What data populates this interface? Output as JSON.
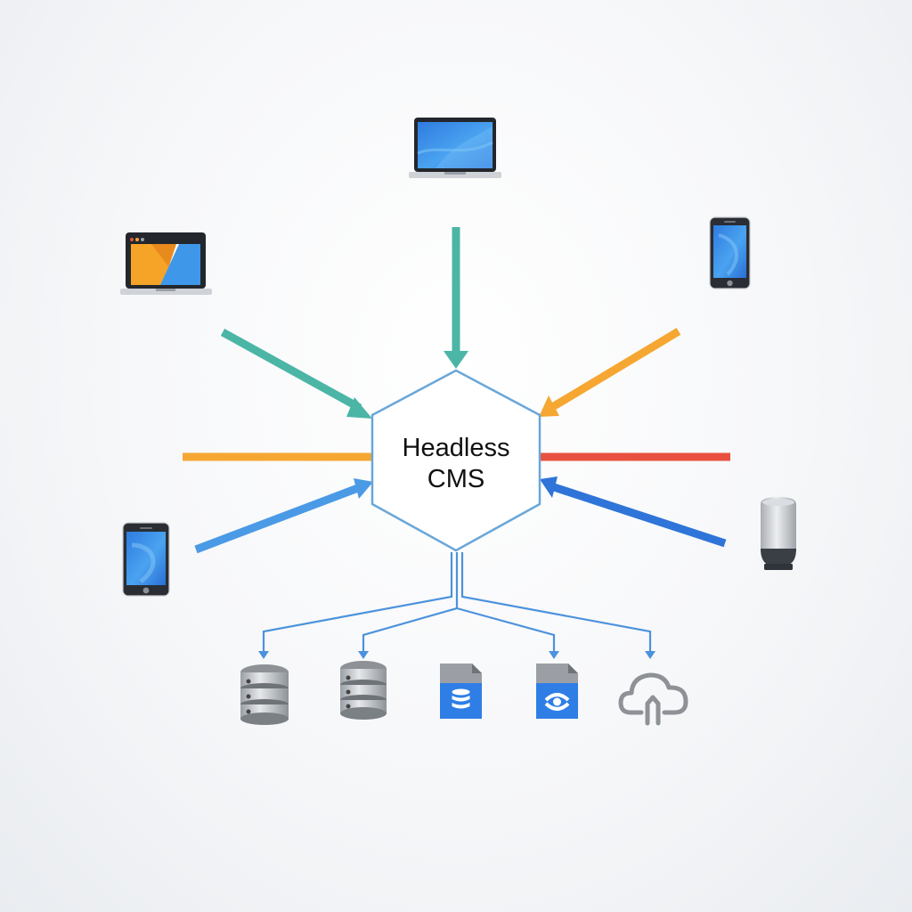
{
  "hub": {
    "line1": "Headless",
    "line2": "CMS",
    "border_color": "#6aa7d8"
  },
  "colors": {
    "teal": "#4bb5a6",
    "orange": "#f5a732",
    "red": "#e8513f",
    "light_blue": "#4a9ae6",
    "dark_blue": "#2f74d8",
    "connector_blue": "#4c92dc",
    "gray_icon": "#8e9297"
  },
  "inputs": [
    {
      "name": "laptop-top",
      "icon": "laptop-icon",
      "arrow_color": "teal"
    },
    {
      "name": "laptop-left",
      "icon": "web-browser-laptop-icon",
      "arrow_color": "teal"
    },
    {
      "name": "tablet-left",
      "icon": "tablet-icon",
      "arrow_color": "light_blue"
    },
    {
      "name": "line-left",
      "icon": null,
      "arrow_color": "orange"
    },
    {
      "name": "phone-right",
      "icon": "smartphone-icon",
      "arrow_color": "orange"
    },
    {
      "name": "line-right",
      "icon": null,
      "arrow_color": "red"
    },
    {
      "name": "smart-speaker-right",
      "icon": "smart-speaker-icon",
      "arrow_color": "dark_blue"
    }
  ],
  "outputs": [
    {
      "name": "database-1",
      "icon": "database-icon"
    },
    {
      "name": "database-2",
      "icon": "database-icon"
    },
    {
      "name": "data-file",
      "icon": "database-file-icon"
    },
    {
      "name": "sync-file",
      "icon": "sync-file-icon"
    },
    {
      "name": "cloud-upload",
      "icon": "cloud-upload-icon"
    }
  ]
}
